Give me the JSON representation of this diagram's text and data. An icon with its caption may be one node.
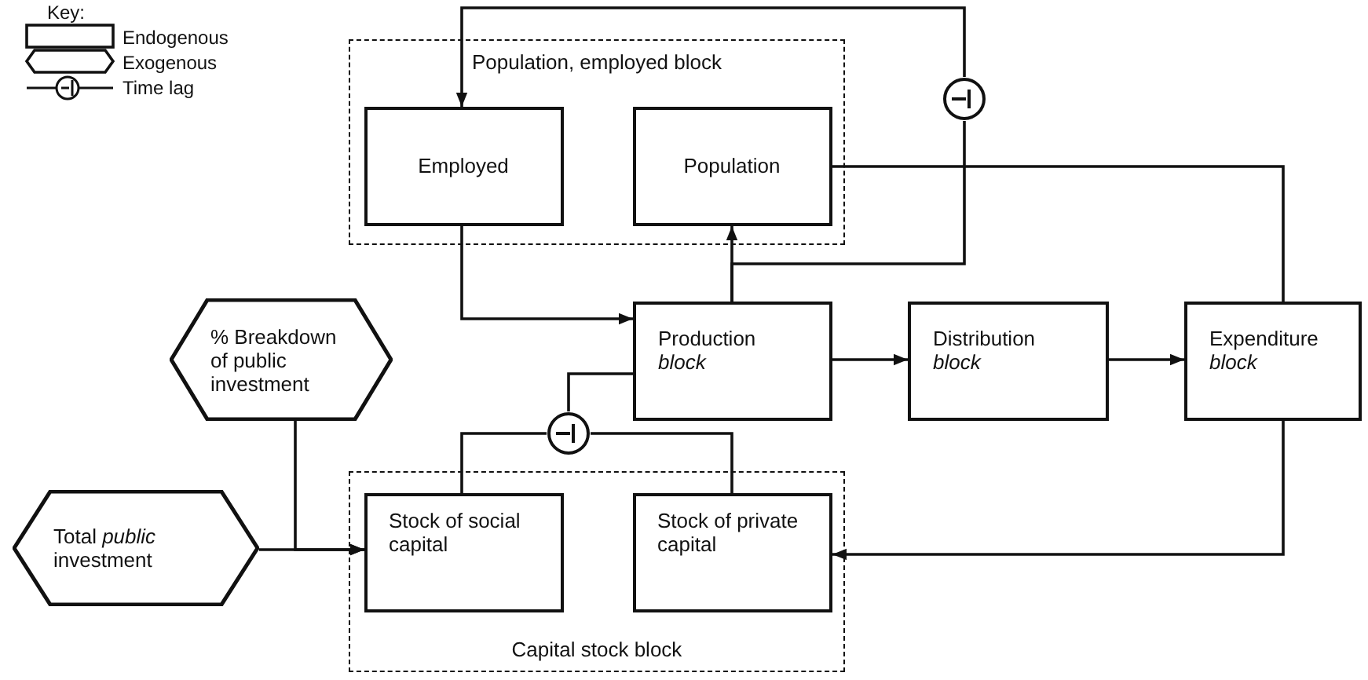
{
  "diagram": {
    "nodes": [
      {
        "text": [
          "Population, employed block"
        ]
      },
      {
        "text": [
          "Employed"
        ],
        "in": 0
      },
      {
        "text": [
          "Population"
        ],
        "in": 0
      },
      {
        "text": [],
        "shape": "circle"
      },
      {
        "text": [
          "% Breakdown of public investment"
        ]
      },
      {
        "text": [
          "Production *block*"
        ]
      },
      {
        "text": [
          "Distribution *block*"
        ]
      },
      {
        "text": [
          "Expenditure *block*"
        ]
      },
      {
        "text": [],
        "shape": "circle"
      },
      {
        "text": [
          "Total *public* investment"
        ]
      },
      {
        "text": [
          "Capital stock block"
        ]
      },
      {
        "text": [
          "Stock of social capital"
        ],
        "in": 10
      },
      {
        "text": [
          "Stock of private capital"
        ],
        "in": 10
      }
    ],
    "edges": [
      {
        "from": 5,
        "to": 2,
        "arrow": "to"
      },
      {
        "from": 5,
        "to": 3,
        "arrow": "none"
      },
      {
        "from": 3,
        "to": 1,
        "arrow": "to"
      },
      {
        "from": 2,
        "to": 7,
        "arrow": "none"
      },
      {
        "from": 1,
        "to": 5,
        "arrow": "to"
      },
      {
        "from": 5,
        "to": 6,
        "arrow": "to"
      },
      {
        "from": 6,
        "to": 7,
        "arrow": "to"
      },
      {
        "from": 7,
        "to": 12,
        "arrow": "to"
      },
      {
        "from": 11,
        "to": 8,
        "arrow": "none"
      },
      {
        "from": 12,
        "to": 8,
        "arrow": "none"
      },
      {
        "from": 8,
        "to": 5,
        "arrow": "none"
      },
      {
        "from": 9,
        "to": 11,
        "arrow": "to"
      },
      {
        "from": 4,
        "to": 11,
        "arrow": "to"
      }
    ],
    "labels": [
      "Key:"
    ],
    "legend": [
      {
        "text": "Endogenous"
      },
      {
        "text": "Exogenous"
      },
      {
        "text": "Time lag"
      }
    ]
  }
}
